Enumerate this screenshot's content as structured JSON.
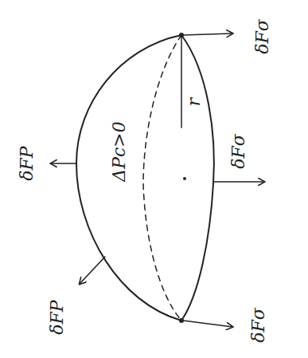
{
  "diagram": {
    "labels": [
      "δFσ",
      "δFσ",
      "δFσ",
      "δFP",
      "δFP",
      "ΔPc>0",
      "r"
    ]
  }
}
